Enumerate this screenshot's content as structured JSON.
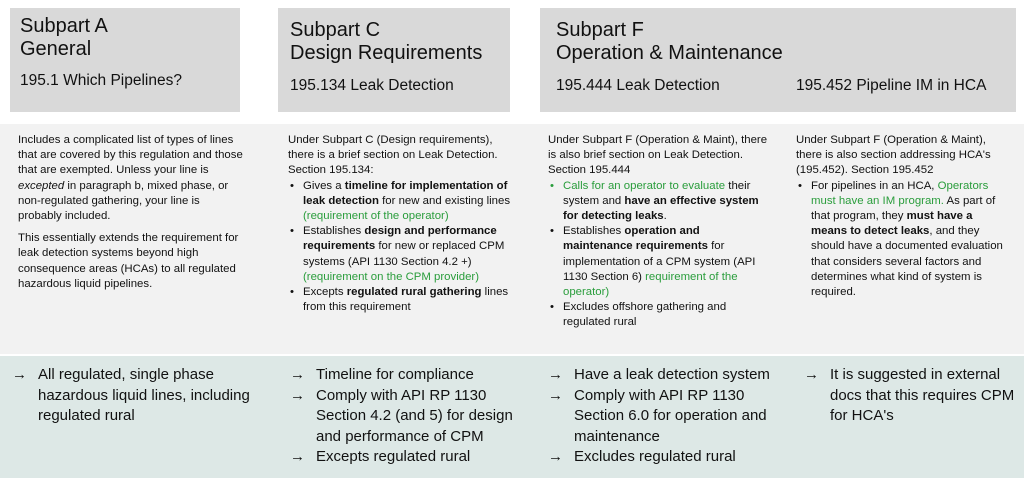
{
  "headers": {
    "a": {
      "title1": "Subpart A",
      "title2": "General",
      "section": "195.1 Which Pipelines?"
    },
    "c": {
      "title1": "Subpart C",
      "title2": "Design Requirements",
      "section": "195.134 Leak Detection"
    },
    "f": {
      "title1": "Subpart F",
      "title2": "Operation & Maintenance",
      "section1": "195.444 Leak Detection",
      "section2": "195.452 Pipeline IM in HCA"
    }
  },
  "col_a": {
    "p1_pre": "Includes a complicated list of types of lines that are covered by this regulation and those that are exempted. Unless your line is ",
    "p1_em": "excepted",
    "p1_post": " in paragraph b, mixed phase, or non-regulated gathering, your line is probably included.",
    "p2": "This essentially extends the requirement for leak detection systems beyond high consequence areas (HCAs) to all regulated hazardous liquid pipelines."
  },
  "col_c": {
    "intro": "Under Subpart C (Design requirements), there is a brief section on Leak Detection.  Section 195.134:",
    "b1_a": "Gives a ",
    "b1_b": "timeline for implementation of leak detection",
    "b1_c": " for new and existing lines ",
    "b1_g": "(requirement of the operator)",
    "b2_a": "Establishes ",
    "b2_b": "design and performance requirements",
    "b2_c": " for new or replaced CPM systems (API 1130 Section 4.2 +) ",
    "b2_g": "(requirement on the CPM provider)",
    "b3_a": "Excepts ",
    "b3_b": "regulated rural gathering",
    "b3_c": " lines from this requirement"
  },
  "col_f1": {
    "intro": "Under Subpart F (Operation & Maint), there is also brief section on Leak Detection.  Section 195.444",
    "b1_g": "Calls for an operator to evaluate",
    "b1_a": " their system and ",
    "b1_b": "have an effective system for detecting leaks",
    "b1_c": ".",
    "b2_a": "Establishes ",
    "b2_b": "operation and maintenance requirements",
    "b2_c": " for implementation of a CPM system (API 1130 Section 6) ",
    "b2_g": "requirement of the operator)",
    "b3": "Excludes offshore gathering and regulated rural"
  },
  "col_f2": {
    "intro": "Under Subpart F (Operation & Maint), there is also section addressing HCA's (195.452). Section 195.452",
    "b1_a": "For pipelines in an HCA, ",
    "b1_g": "Operators must have an IM program.",
    "b1_c": " As part of that program, they ",
    "b1_b": "must have a means to detect leaks",
    "b1_d": ", and they should have a documented evaluation that considers several factors and determines what kind of system is required."
  },
  "summary": {
    "arrow": "→",
    "a": [
      "All regulated, single phase hazardous liquid lines, including regulated rural"
    ],
    "c": [
      "Timeline for compliance",
      "Comply with API RP 1130 Section 4.2 (and 5) for design and performance of CPM",
      "Excepts regulated rural"
    ],
    "f1": [
      "Have a leak detection system",
      "Comply with API RP 1130 Section 6.0 for operation and maintenance",
      "Excludes regulated rural"
    ],
    "f2": [
      "It is suggested in external docs that this requires CPM for HCA's"
    ]
  },
  "colors": {
    "header_bg": "#d9d9d9",
    "body_bg": "#f2f2f2",
    "summary_bg": "#dde8e6",
    "green": "#2a9d3c"
  }
}
